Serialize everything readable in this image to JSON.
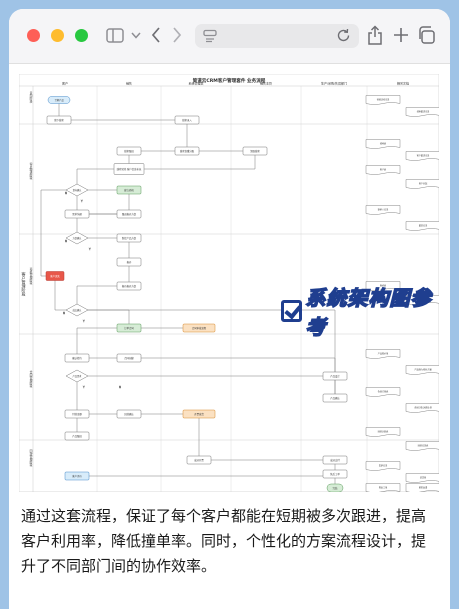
{
  "browser": {
    "buttons": {
      "sidebar": "sidebar",
      "dropdown": "chevron-down",
      "back": "chevron-left",
      "forward": "chevron-right",
      "reload": "reload",
      "share": "share",
      "new_tab": "+",
      "tabs": "tabs"
    }
  },
  "diagram": {
    "title": "简道云CRM客户管理套件 业务流程",
    "lanes": [
      "客户",
      "销售",
      "系统管理员",
      "销售主管",
      "生产/采购/售后部门",
      "相关文档"
    ],
    "phase_label": "客户管理阶段",
    "sections": [
      "意向阶段",
      "客户跟进阶段",
      "商机管理阶段",
      "合同管理阶段",
      "回款管理阶段"
    ],
    "nodes": {
      "start": "了解产品",
      "leave_info": "留下线索",
      "lead_entry": "线索录入",
      "lead_followup": "线索跟进",
      "lead_assign": "线索查重分配",
      "lead_receive": "领取线索",
      "convert": "线索转化 客户信息补充",
      "intent_confirm": "意向确认",
      "create_opportunity": "建立商机",
      "need_confirm": "需求沟通",
      "opportunity_plan": "跟进报价方案",
      "solution_confirm": "方案确认",
      "product_plan": "制定产品方案",
      "quote": "报价",
      "quote_plan": "报价报价方案",
      "lost": "客户流失",
      "deal_confirm": "成交确认",
      "contract_sign": "订单合同",
      "contract_approve": "合同审批流程",
      "confirm_sign": "确认签约",
      "contract_create": "合同创建",
      "product_demand": "产品需求",
      "product_design": "产品设计",
      "product_confirm": "产品确认",
      "arrange_delivery": "安排发货",
      "payment_notice": "付款金额",
      "payment_confirm": "回款确认",
      "delivery_mgmt": "开票发货",
      "product_trace": "产品跟进",
      "invoice_ok": "成功开票",
      "final_review": "成功交付",
      "after_sales": "售后工单",
      "customer_eval": "客户评价",
      "end": "完结"
    },
    "docs": [
      "营销活动记录",
      "线索跟进记录",
      "线索表",
      "客户跟进记录",
      "客户表",
      "客户分配",
      "联系人记录",
      "跟进记录",
      "商机表",
      "竞争对手",
      "产品报价单",
      "产品报价/报价方案",
      "合同订单表",
      "合同订单-回款计划",
      "回款计划表",
      "回款记录表",
      "发票记录",
      "退货单",
      "售后工单",
      "服务反馈"
    ],
    "edge_labels": {
      "yes": "Y",
      "no": "N"
    }
  },
  "watermark": "系统架构图参考",
  "caption": "通过这套流程，保证了每个客户都能在短期被多次跟进，提高客户利用率，降低撞单率。同时，个性化的方案流程设计，提升了不同部门间的协作效率。"
}
